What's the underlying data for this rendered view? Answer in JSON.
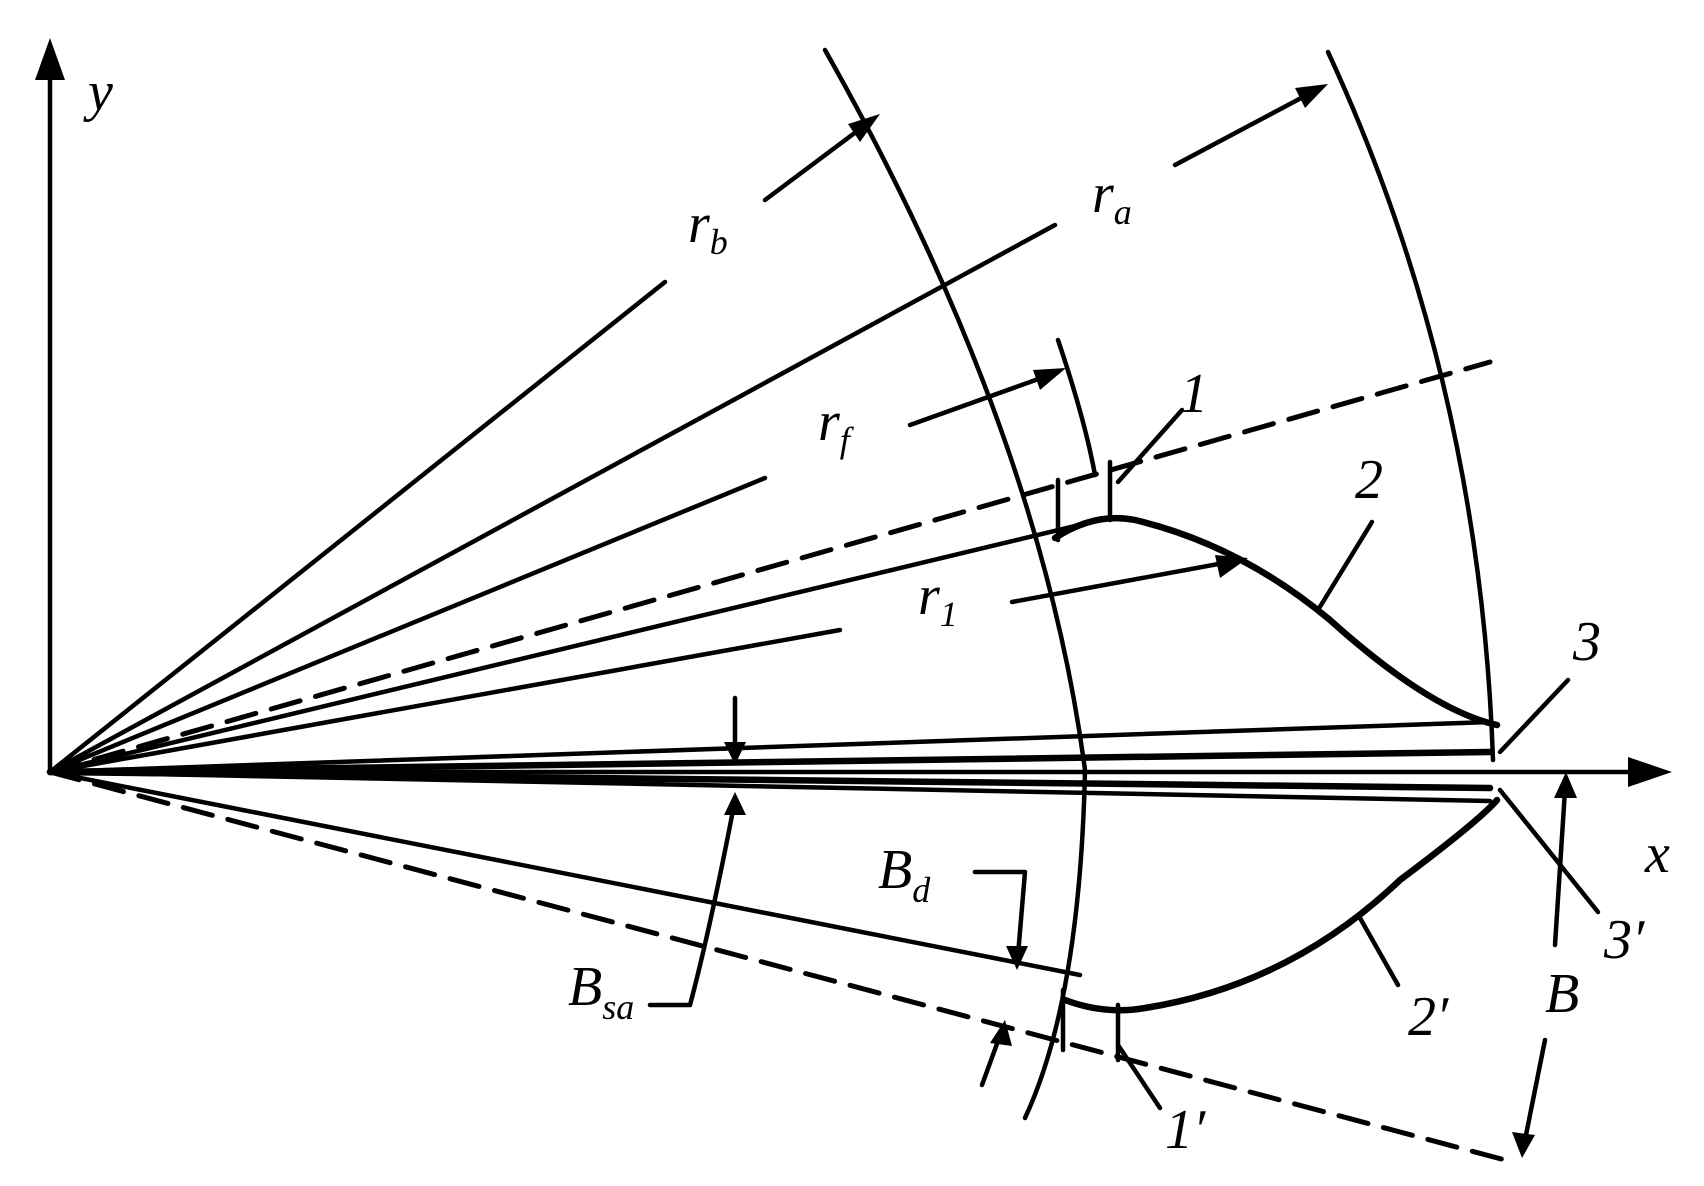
{
  "labels": {
    "y_axis": "y",
    "x_axis": "x",
    "rb": {
      "main": "r",
      "sub": "b"
    },
    "ra": {
      "main": "r",
      "sub": "a"
    },
    "rf": {
      "main": "r",
      "sub": "f"
    },
    "r1": {
      "main": "r",
      "sub": "1"
    },
    "n1": "1",
    "n2": "2",
    "n3": "3",
    "n3p": "3′",
    "n2p": "2′",
    "n1p": "1′",
    "bd": {
      "main": "B",
      "sub": "d"
    },
    "bsa": {
      "main": "B",
      "sub": "sa"
    },
    "b": "B"
  }
}
